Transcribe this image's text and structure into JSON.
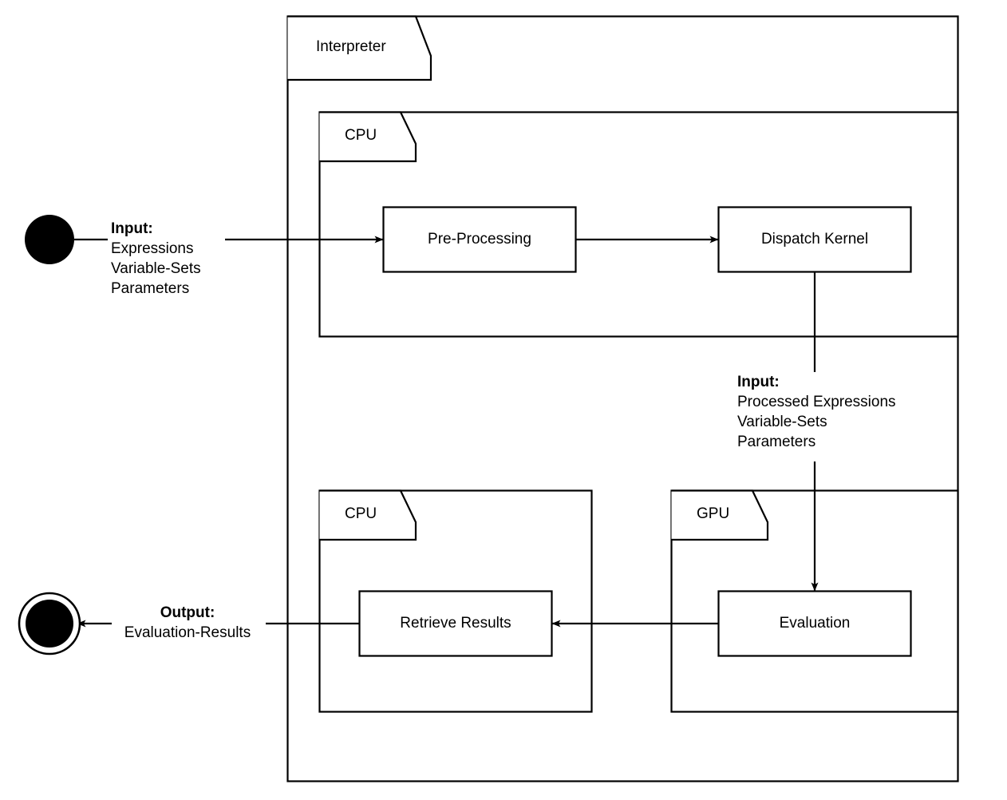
{
  "diagram": {
    "type": "activity-diagram",
    "stroke_color": "#000000",
    "fill_color": "#ffffff",
    "frames": [
      {
        "id": "interpreter",
        "label": "Interpreter"
      },
      {
        "id": "cpu_top",
        "label": "CPU"
      },
      {
        "id": "cpu_bottom",
        "label": "CPU"
      },
      {
        "id": "gpu",
        "label": "GPU"
      }
    ],
    "nodes": [
      {
        "id": "start",
        "kind": "initial-node",
        "label": ""
      },
      {
        "id": "pre_processing",
        "kind": "action",
        "label": "Pre-Processing"
      },
      {
        "id": "dispatch_kernel",
        "kind": "action",
        "label": "Dispatch Kernel"
      },
      {
        "id": "evaluation",
        "kind": "action",
        "label": "Evaluation"
      },
      {
        "id": "retrieve_results",
        "kind": "action",
        "label": "Retrieve Results"
      },
      {
        "id": "end",
        "kind": "final-node",
        "label": ""
      }
    ],
    "edges": [
      {
        "id": "start-to-preprocessing",
        "from": "start",
        "to": "pre_processing",
        "label_lead": "Input:",
        "label_lines": [
          "Expressions",
          "Variable-Sets",
          "Parameters"
        ]
      },
      {
        "id": "preprocessing-to-dispatch",
        "from": "pre_processing",
        "to": "dispatch_kernel",
        "label_lead": "",
        "label_lines": []
      },
      {
        "id": "dispatch-to-evaluation",
        "from": "dispatch_kernel",
        "to": "evaluation",
        "label_lead": "Input:",
        "label_lines": [
          "Processed Expressions",
          "Variable-Sets",
          "Parameters"
        ]
      },
      {
        "id": "evaluation-to-retrieve",
        "from": "evaluation",
        "to": "retrieve_results",
        "label_lead": "",
        "label_lines": []
      },
      {
        "id": "retrieve-to-end",
        "from": "retrieve_results",
        "to": "end",
        "label_lead": "Output:",
        "label_lines": [
          "Evaluation-Results"
        ]
      }
    ]
  }
}
